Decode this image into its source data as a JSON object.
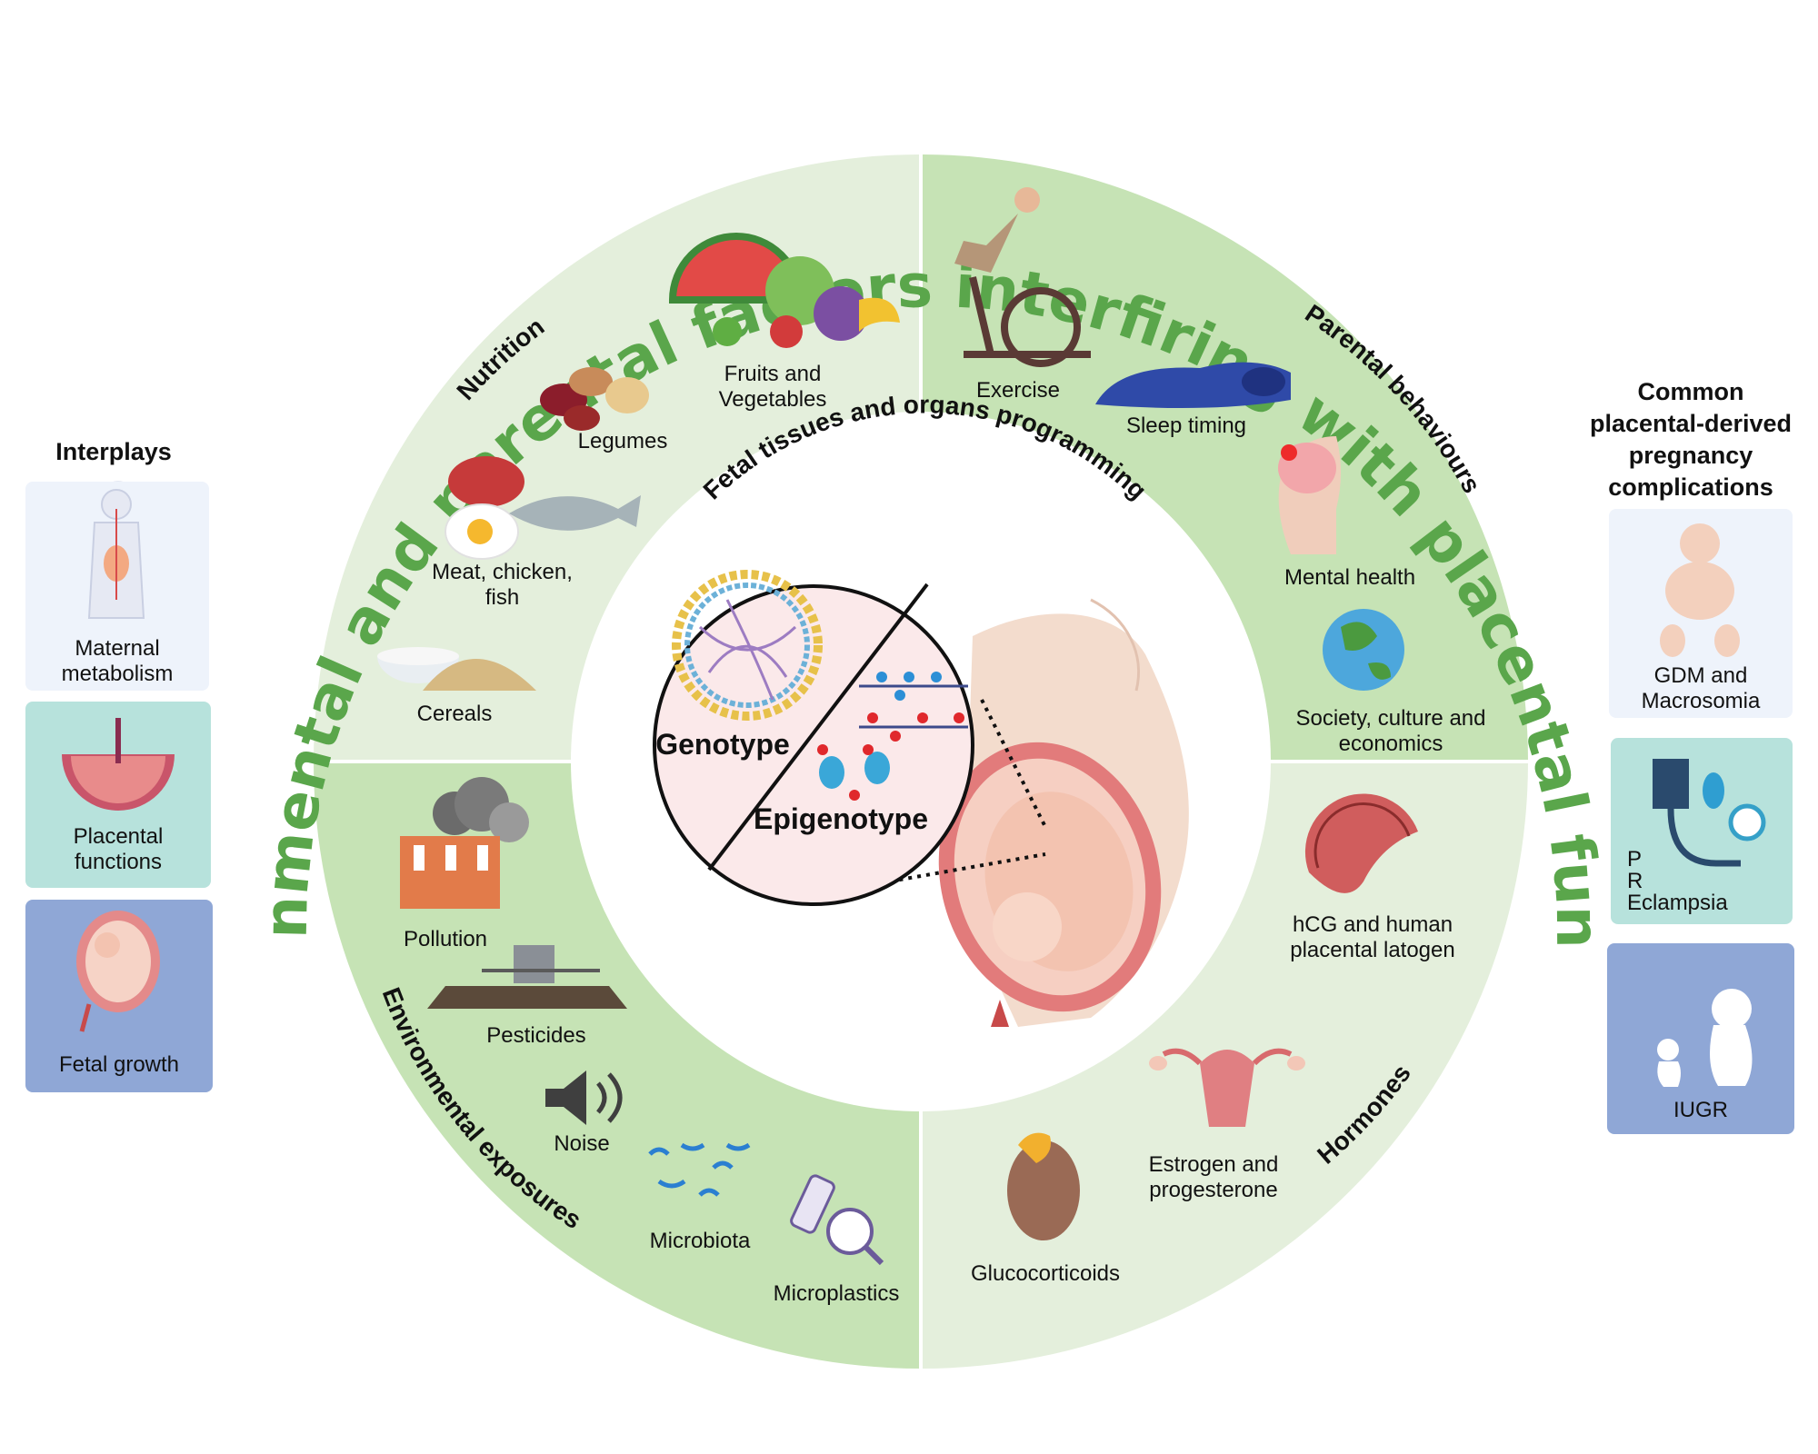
{
  "title": "Environmental and parental factors interfiring with placental functions",
  "inner_title": "Fetal tissues and organs programming",
  "center": {
    "genotype": "Genotype",
    "epigenotype": "Epigenotype"
  },
  "quadrants": {
    "nutrition": {
      "title": "Nutrition",
      "items": [
        "Fruits and\nVegetables",
        "Legumes",
        "Meat, chicken,\nfish",
        "Cereals"
      ]
    },
    "parental_behaviours": {
      "title": "Parental behaviours",
      "items": [
        "Exercise",
        "Sleep timing",
        "Mental health",
        "Society, culture and\neconomics"
      ]
    },
    "environmental_exposures": {
      "title": "Environmental exposures",
      "items": [
        "Pollution",
        "Pesticides",
        "Noise",
        "Microbiota",
        "Microplastics"
      ]
    },
    "hormones": {
      "title": "Hormones",
      "items": [
        "hCG and human\nplacental latogen",
        "Estrogen and\nprogesterone",
        "Glucocorticoids"
      ]
    }
  },
  "left_panel": {
    "title": "Interplays",
    "cards": [
      {
        "label": "Maternal\nmetabolism",
        "color": "#eef3fb"
      },
      {
        "label": "Placental\nfunctions",
        "color": "#b7e2dc"
      },
      {
        "label": "Fetal growth",
        "color": "#8fa7d6"
      }
    ]
  },
  "right_panel": {
    "title": "Common\nplacental-derived\npregnancy\ncomplications",
    "cards": [
      {
        "label": "GDM and\nMacrosomia",
        "color": "#eef3fb"
      },
      {
        "label": "P\nR\nEclampsia",
        "color": "#b7e2dc"
      },
      {
        "label": "IUGR",
        "color": "#8fa7d6"
      }
    ]
  },
  "colors": {
    "title_green": "#5aa64b",
    "quadrant_light": "#e4efdc",
    "quadrant_dark": "#c6e3b5",
    "center_pink": "#fbe9ea"
  }
}
